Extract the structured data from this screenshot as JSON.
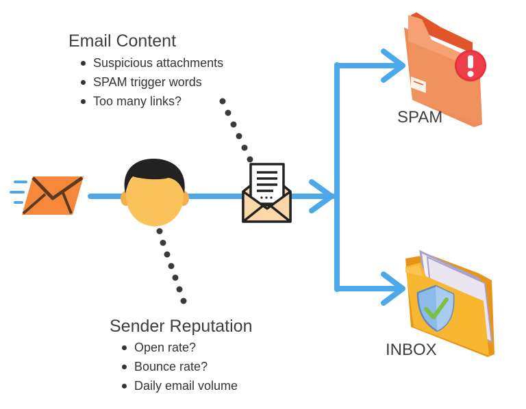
{
  "email_content": {
    "heading": "Email Content",
    "items": [
      "Suspicious attachments",
      "SPAM trigger words",
      "Too many links?"
    ]
  },
  "sender_reputation": {
    "heading": "Sender Reputation",
    "items": [
      "Open rate?",
      "Bounce rate?",
      "Daily email volume"
    ]
  },
  "outcomes": {
    "spam_label": "SPAM",
    "inbox_label": "INBOX"
  },
  "colors": {
    "flow_arrow": "#4da8ea",
    "dotted_link": "#3a3a3a",
    "envelope": "#f5883b",
    "spam_folder": "#f08c5a",
    "spam_badge": "#e8313c",
    "inbox_folder": "#f7b731",
    "shield": "#8cbaea",
    "check": "#7ac142",
    "skin": "#fbc25b",
    "hair": "#222222"
  }
}
